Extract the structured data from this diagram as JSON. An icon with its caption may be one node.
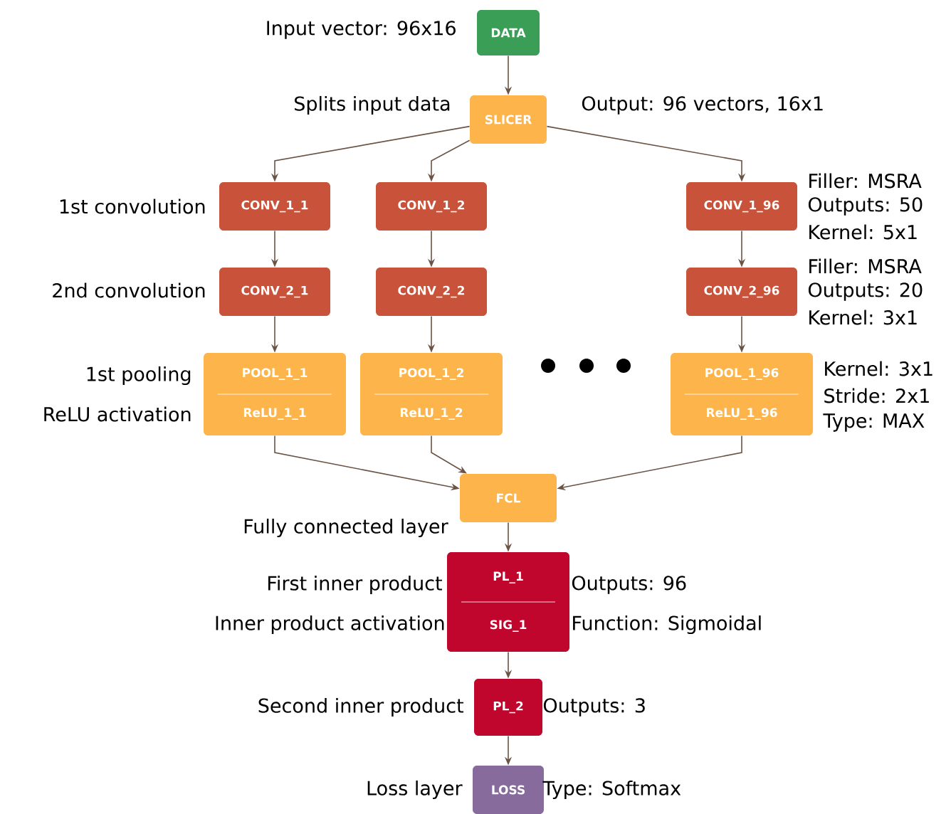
{
  "diagram": {
    "nodes": [
      {
        "text": [
          "DATA"
        ],
        "beside": [
          "Input vector: 96x16"
        ]
      },
      {
        "text": [
          "SLICER"
        ],
        "beside": [
          "Splits input data",
          "Output: 96 vectors, 16x1"
        ]
      },
      {
        "text": [
          "CONV_1_1"
        ],
        "beside": [
          "1st convolution"
        ]
      },
      {
        "text": [
          "CONV_1_2"
        ]
      },
      {
        "text": [
          "CONV_1_96"
        ],
        "beside": [
          "Filler: MSRA",
          "Outputs: 50",
          "Kernel: 5x1"
        ]
      },
      {
        "text": [
          "CONV_2_1"
        ],
        "beside": [
          "2nd convolution"
        ]
      },
      {
        "text": [
          "CONV_2_2"
        ]
      },
      {
        "text": [
          "CONV_2_96"
        ],
        "beside": [
          "Filler: MSRA",
          "Outputs: 20",
          "Kernel: 3x1"
        ]
      },
      {
        "text": [
          "POOL_1_1",
          "ReLU_1_1"
        ],
        "beside": [
          "1st pooling",
          "ReLU activation"
        ]
      },
      {
        "text": [
          "POOL_1_2",
          "ReLU_1_2"
        ]
      },
      {
        "text": [
          "POOL_1_96",
          "ReLU_1_96"
        ],
        "beside": [
          "Kernel: 3x1",
          "Stride: 2x1",
          "Type: MAX"
        ]
      },
      {
        "text": [
          "FCL"
        ],
        "beside": [
          "Fully connected layer"
        ]
      },
      {
        "text": [
          "PL_1",
          "SIG_1"
        ],
        "beside": [
          "First inner product",
          "Inner product activation",
          "Outputs: 96",
          "Function: Sigmoidal"
        ]
      },
      {
        "text": [
          "PL_2"
        ],
        "beside": [
          "Second inner product",
          "Outputs: 3"
        ]
      },
      {
        "text": [
          "LOSS"
        ],
        "beside": [
          "Loss layer",
          "Type: Softmax"
        ]
      }
    ],
    "edges": [
      {
        "from": 0,
        "to": 1,
        "arrow": "to"
      },
      {
        "from": 1,
        "to": 2,
        "arrow": "to"
      },
      {
        "from": 1,
        "to": 3,
        "arrow": "to"
      },
      {
        "from": 1,
        "to": 4,
        "arrow": "to"
      },
      {
        "from": 2,
        "to": 5,
        "arrow": "to"
      },
      {
        "from": 3,
        "to": 6,
        "arrow": "to"
      },
      {
        "from": 4,
        "to": 7,
        "arrow": "to"
      },
      {
        "from": 5,
        "to": 8,
        "arrow": "to"
      },
      {
        "from": 6,
        "to": 9,
        "arrow": "to"
      },
      {
        "from": 7,
        "to": 10,
        "arrow": "to"
      },
      {
        "from": 8,
        "to": 11,
        "arrow": "to"
      },
      {
        "from": 9,
        "to": 11,
        "arrow": "to"
      },
      {
        "from": 10,
        "to": 11,
        "arrow": "to"
      },
      {
        "from": 11,
        "to": 12,
        "arrow": "to"
      },
      {
        "from": 12,
        "to": 13,
        "arrow": "to"
      },
      {
        "from": 13,
        "to": 14,
        "arrow": "to"
      }
    ]
  }
}
